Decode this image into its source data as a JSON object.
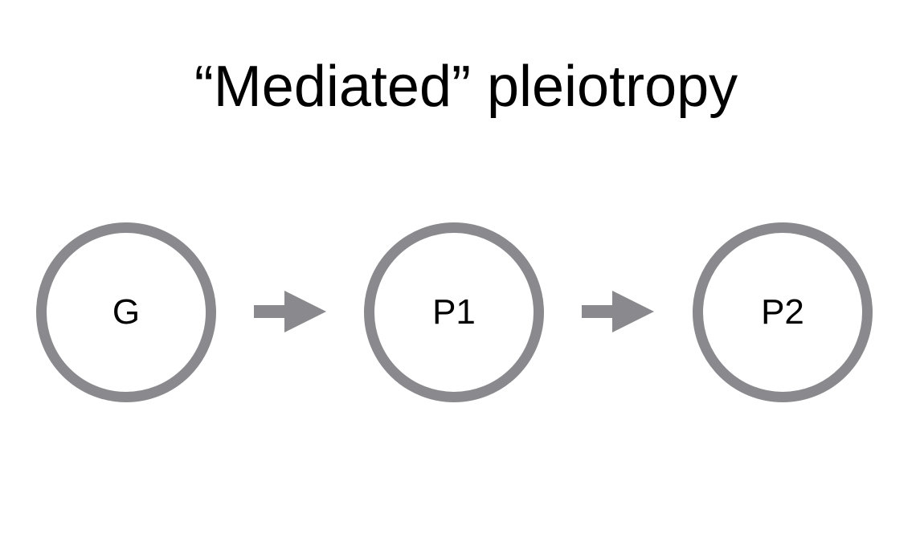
{
  "title": "“Mediated” pleiotropy",
  "colors": {
    "node_border": "#8a8a8e",
    "arrow": "#8a8a8e",
    "text": "#000000",
    "background": "#ffffff"
  },
  "nodes": [
    {
      "label": "G"
    },
    {
      "label": "P1"
    },
    {
      "label": "P2"
    }
  ],
  "edges": [
    {
      "from": "G",
      "to": "P1",
      "icon": "right-arrow-icon"
    },
    {
      "from": "P1",
      "to": "P2",
      "icon": "right-arrow-icon"
    }
  ]
}
